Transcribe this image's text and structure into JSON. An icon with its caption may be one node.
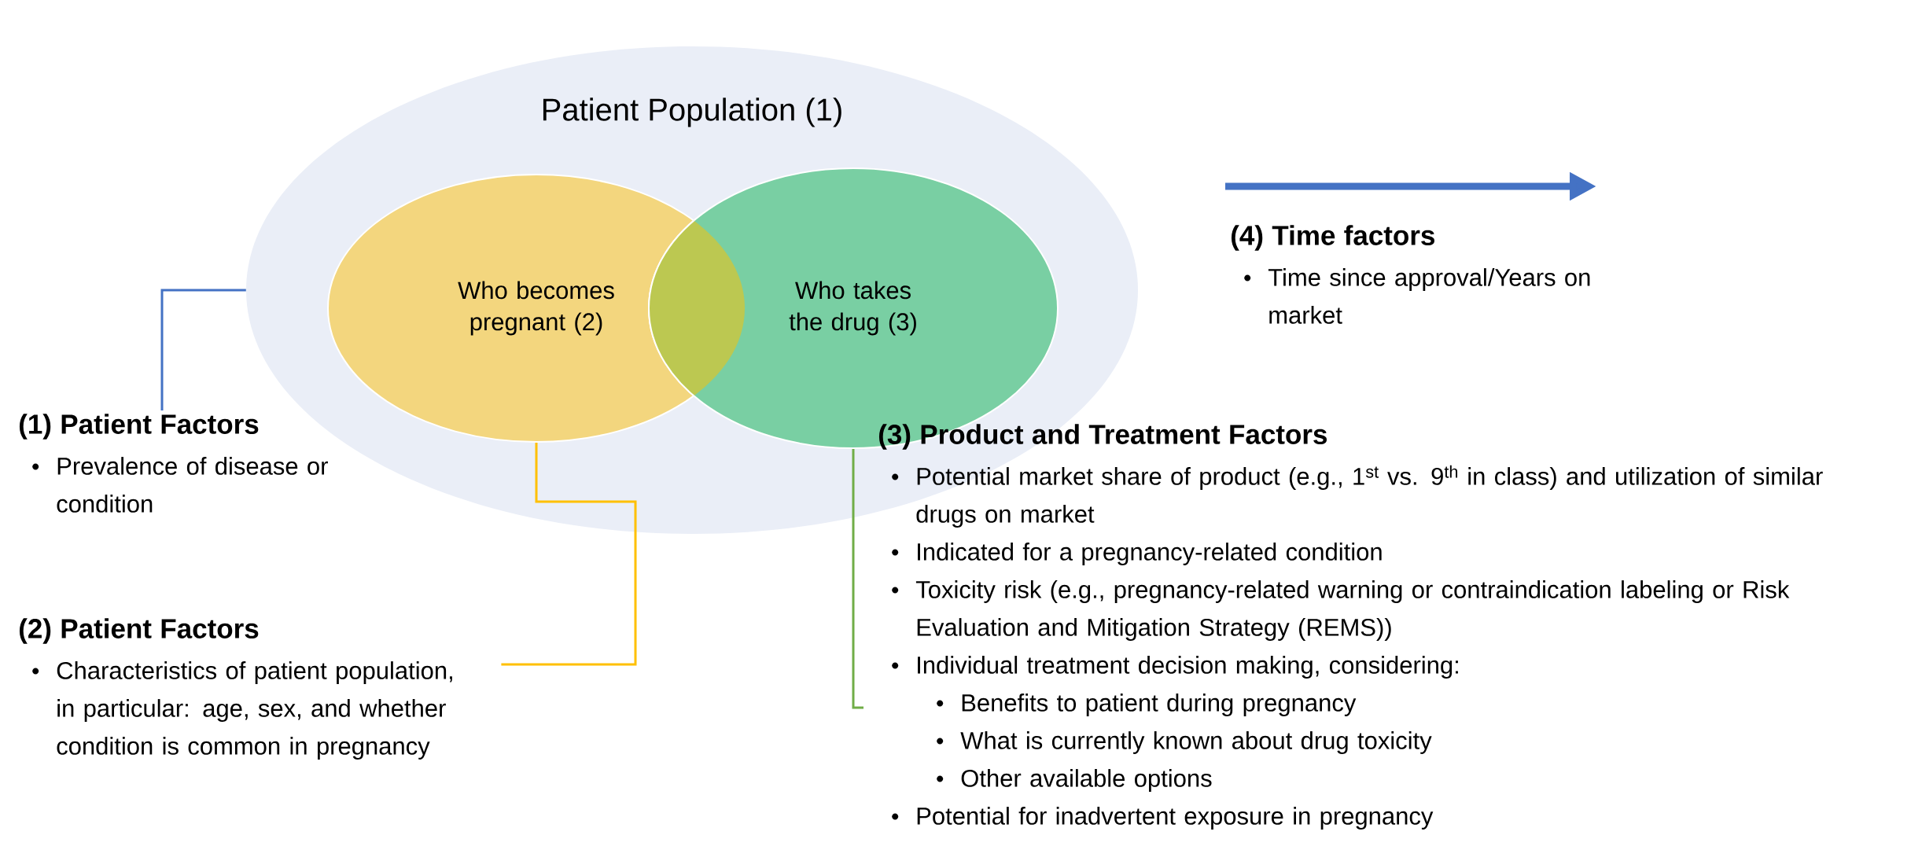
{
  "diagram": {
    "nodes": [
      {
        "text": [
          "Patient Population (1)"
        ]
      },
      {
        "text": [
          "Who becomes pregnant (2)"
        ],
        "in": 0
      },
      {
        "text": [
          "Who takes the drug (3)"
        ],
        "in": 0
      },
      {
        "text": [
          "(1) Patient Factors",
          "Prevalence of disease or condition"
        ]
      },
      {
        "text": [
          "(2) Patient Factors",
          "Characteristics of patient population, in particular: age, sex, and whether condition is common in pregnancy"
        ]
      },
      {
        "text": [
          "(3) Product and Treatment Factors",
          "Potential market share of product (e.g., 1$^{st}$ vs. 9$^{th}$ in class) and utilization of similar drugs on market",
          "Indicated for a pregnancy-related condition",
          "Toxicity risk (e.g., pregnancy-related warning or contraindication labeling or Risk Evaluation and Mitigation Strategy (REMS))",
          "Individual treatment decision making, considering:",
          "Benefits to patient during pregnancy",
          "What is currently known about drug toxicity",
          "Other available options",
          "Potential for inadvertent exposure in pregnancy"
        ]
      },
      {
        "text": [
          "(4) Time factors",
          "Time since approval/Years on market"
        ]
      }
    ],
    "edges": [
      {
        "from": 0,
        "to": 3,
        "arrow": "none",
        "color": "#4472c4"
      },
      {
        "from": 1,
        "to": 4,
        "arrow": "none",
        "color": "#ffc000"
      },
      {
        "from": 2,
        "to": 5,
        "arrow": "none",
        "color": "#70ad47"
      }
    ]
  }
}
